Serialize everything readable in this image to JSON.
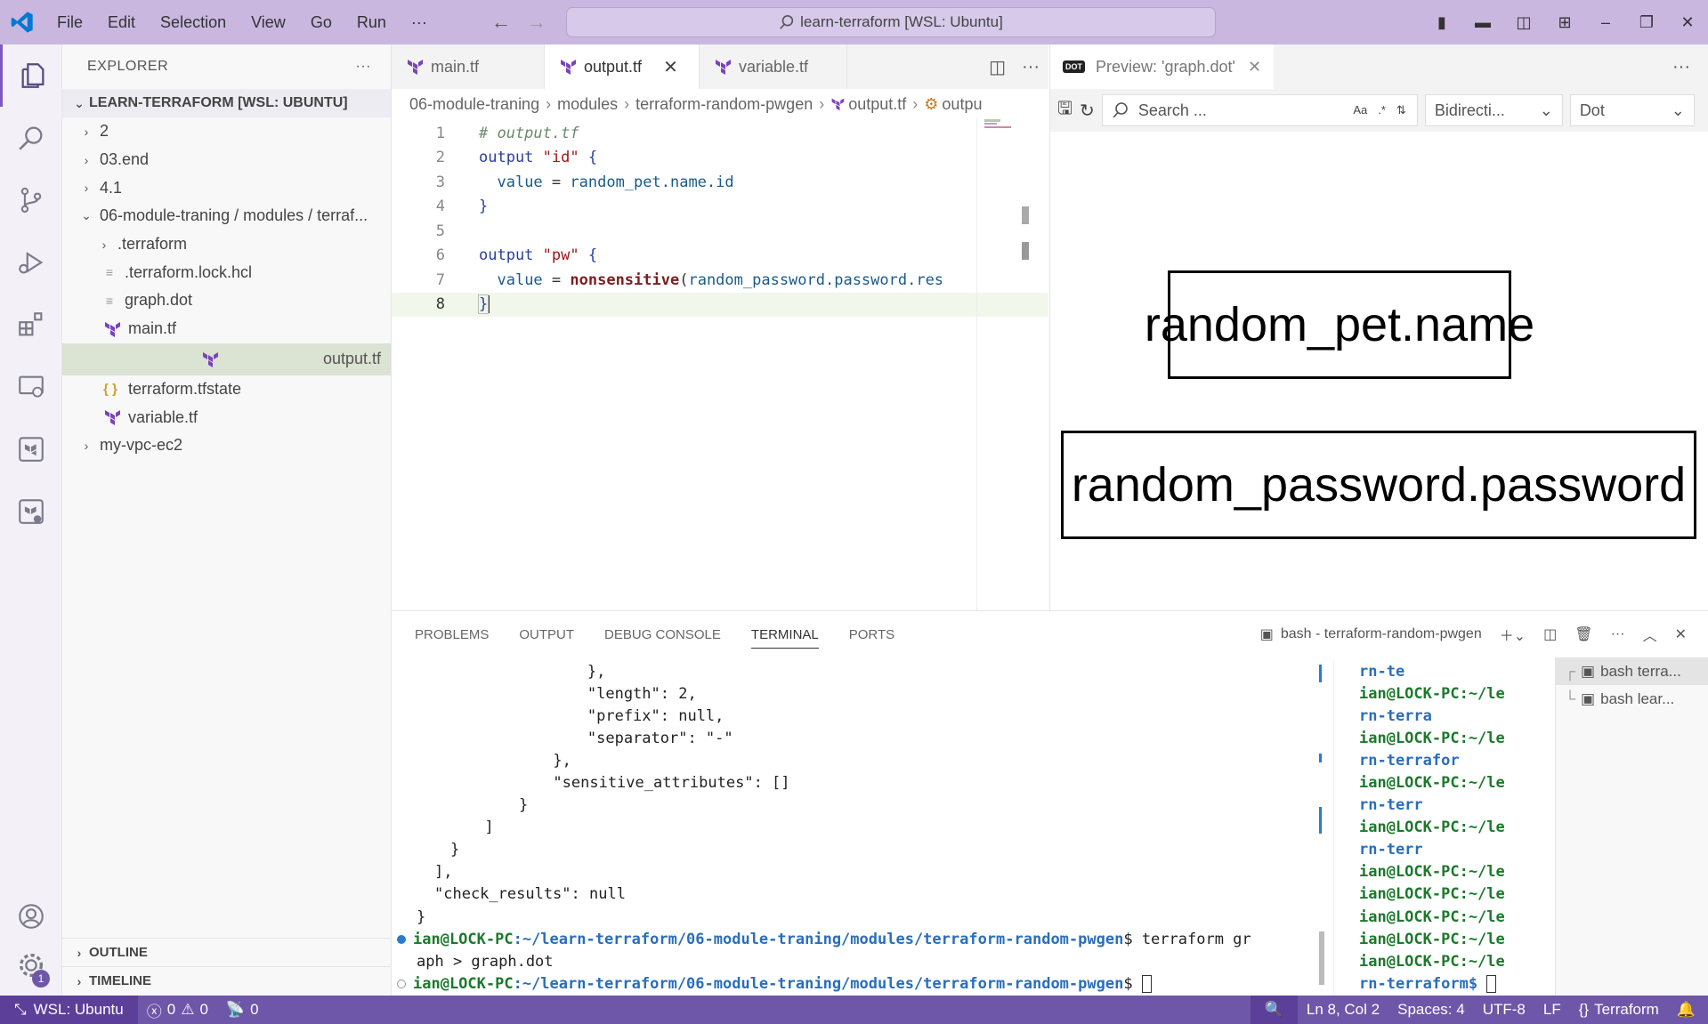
{
  "titlebar": {
    "menu": [
      "File",
      "Edit",
      "Selection",
      "View",
      "Go",
      "Run",
      "···"
    ],
    "command_center": "learn-terraform [WSL: Ubuntu]"
  },
  "sidebar": {
    "title": "EXPLORER",
    "more": "···",
    "root": "LEARN-TERRAFORM [WSL: UBUNTU]",
    "items": [
      {
        "label": "2",
        "chevron": "›",
        "kind": "folder"
      },
      {
        "label": "03.end",
        "chevron": "›",
        "kind": "folder"
      },
      {
        "label": "4.1",
        "chevron": "›",
        "kind": "folder"
      },
      {
        "label": "06-module-traning / modules / terraf...",
        "chevron": "⌄",
        "kind": "folder"
      },
      {
        "label": ".terraform",
        "chevron": "›",
        "kind": "folder"
      },
      {
        "label": ".terraform.lock.hcl",
        "kind": "file"
      },
      {
        "label": "graph.dot",
        "kind": "file"
      },
      {
        "label": "main.tf",
        "kind": "tf"
      },
      {
        "label": "output.tf",
        "kind": "tf",
        "selected": true
      },
      {
        "label": "terraform.tfstate",
        "kind": "json"
      },
      {
        "label": "variable.tf",
        "kind": "tf"
      },
      {
        "label": "my-vpc-ec2",
        "chevron": "›",
        "kind": "folder"
      }
    ],
    "outline": "OUTLINE",
    "timeline": "TIMELINE"
  },
  "editor": {
    "tabs": [
      {
        "label": "main.tf"
      },
      {
        "label": "output.tf",
        "active": true
      },
      {
        "label": "variable.tf"
      }
    ],
    "breadcrumb": [
      "06-module-traning",
      "modules",
      "terraform-random-pwgen",
      "output.tf",
      "outpu"
    ],
    "lines": [
      {
        "n": "1",
        "parts": [
          [
            "cm",
            "# output.tf"
          ]
        ]
      },
      {
        "n": "2",
        "parts": [
          [
            "kw",
            "output"
          ],
          [
            "pl",
            " "
          ],
          [
            "str",
            "\"id\""
          ],
          [
            "pl",
            " "
          ],
          [
            "kw",
            "{"
          ]
        ]
      },
      {
        "n": "3",
        "parts": [
          [
            "pl",
            "  "
          ],
          [
            "id",
            "value"
          ],
          [
            "pl",
            " = "
          ],
          [
            "id",
            "random_pet.name.id"
          ]
        ]
      },
      {
        "n": "4",
        "parts": [
          [
            "kw",
            "}"
          ]
        ]
      },
      {
        "n": "5",
        "parts": [
          [
            "pl",
            ""
          ]
        ]
      },
      {
        "n": "6",
        "parts": [
          [
            "kw",
            "output"
          ],
          [
            "pl",
            " "
          ],
          [
            "str",
            "\"pw\""
          ],
          [
            "pl",
            " "
          ],
          [
            "kw",
            "{"
          ]
        ]
      },
      {
        "n": "7",
        "parts": [
          [
            "pl",
            "  "
          ],
          [
            "id",
            "value"
          ],
          [
            "pl",
            " = "
          ],
          [
            "fn",
            "nonsensitive"
          ],
          [
            "pl",
            "("
          ],
          [
            "id",
            "random_password.password.res"
          ]
        ]
      },
      {
        "n": "8",
        "parts": [
          [
            "kw",
            "}"
          ]
        ],
        "current": true
      }
    ]
  },
  "preview": {
    "tab_badge": "DOT",
    "tab_label": "Preview: 'graph.dot'",
    "search_placeholder": "Search ...",
    "search_opts": [
      "Aa",
      ".*",
      "⇅"
    ],
    "direction": "Bidirecti...",
    "format": "Dot",
    "nodes": [
      "random_pet.name",
      "random_password.password"
    ]
  },
  "panel": {
    "tabs": [
      "PROBLEMS",
      "OUTPUT",
      "DEBUG CONSOLE",
      "TERMINAL",
      "PORTS"
    ],
    "active_tab": "TERMINAL",
    "terminal_name": "bash - terraform-random-pwgen",
    "terminal_lines": [
      "        },",
      "        \"length\": 2,",
      "        \"prefix\": null,",
      "        \"separator\": \"-\"",
      "      },",
      "      \"sensitive_attributes\": []",
      "    }",
      "  ]",
      "}",
      "],",
      "\"check_results\": null",
      "}"
    ],
    "prompt_user": "ian@LOCK-PC",
    "prompt_path": ":~/learn-terraform/06-module-traning/modules/terraform-random-pwgen",
    "command_1": "$ terraform gr",
    "command_1_wrap": "aph > graph.dot",
    "command_2": "$ ",
    "side_terminal_lines": [
      "rn-te",
      "ian@LOCK-PC:~/lea",
      "rn-terra",
      "ian@LOCK-PC:~/lea",
      "rn-terrafor",
      "ian@LOCK-PC:~/lea",
      "rn-terr",
      "ian@LOCK-PC:~/lea",
      "rn-terr",
      "ian@LOCK-PC:~/lea",
      "ian@LOCK-PC:~/lea",
      "ian@LOCK-PC:~/lea",
      "ian@LOCK-PC:~/lea",
      "ian@LOCK-PC:~/lea",
      "rn-terraform$ "
    ],
    "terminal_list": [
      "bash terra...",
      "bash lear..."
    ]
  },
  "statusbar": {
    "remote": "WSL: Ubuntu",
    "errors": "0",
    "warnings": "0",
    "ports": "0",
    "position": "Ln 8, Col 2",
    "spaces": "Spaces: 4",
    "encoding": "UTF-8",
    "eol": "LF",
    "language": "Terraform",
    "badge": "1"
  },
  "colors": {
    "titlebar": "#c9b7e0",
    "statusbar": "#6e56a8",
    "accent": "#7e57c2"
  }
}
